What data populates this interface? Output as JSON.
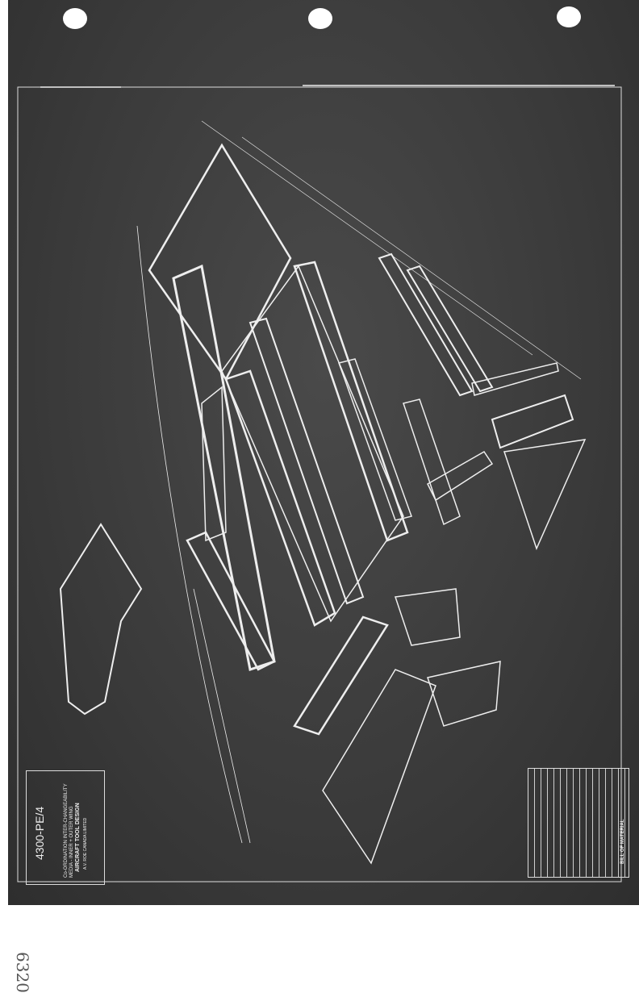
{
  "title_block": {
    "company": "A.V. ROE CANADA LIMITED",
    "department": "AIRCRAFT TOOL DESIGN",
    "title": "Co-ORDINATION INTER-CHANGEABILITY MEDIA - INNER + OUTER WING",
    "drawing_number": "4300-PE/4"
  },
  "bill_of_material": {
    "heading": "BILL OF MATERIAL"
  },
  "handwritten_note": "6320",
  "colors": {
    "sheet": "#3a3a3a",
    "lines": "#f0f0f0"
  }
}
